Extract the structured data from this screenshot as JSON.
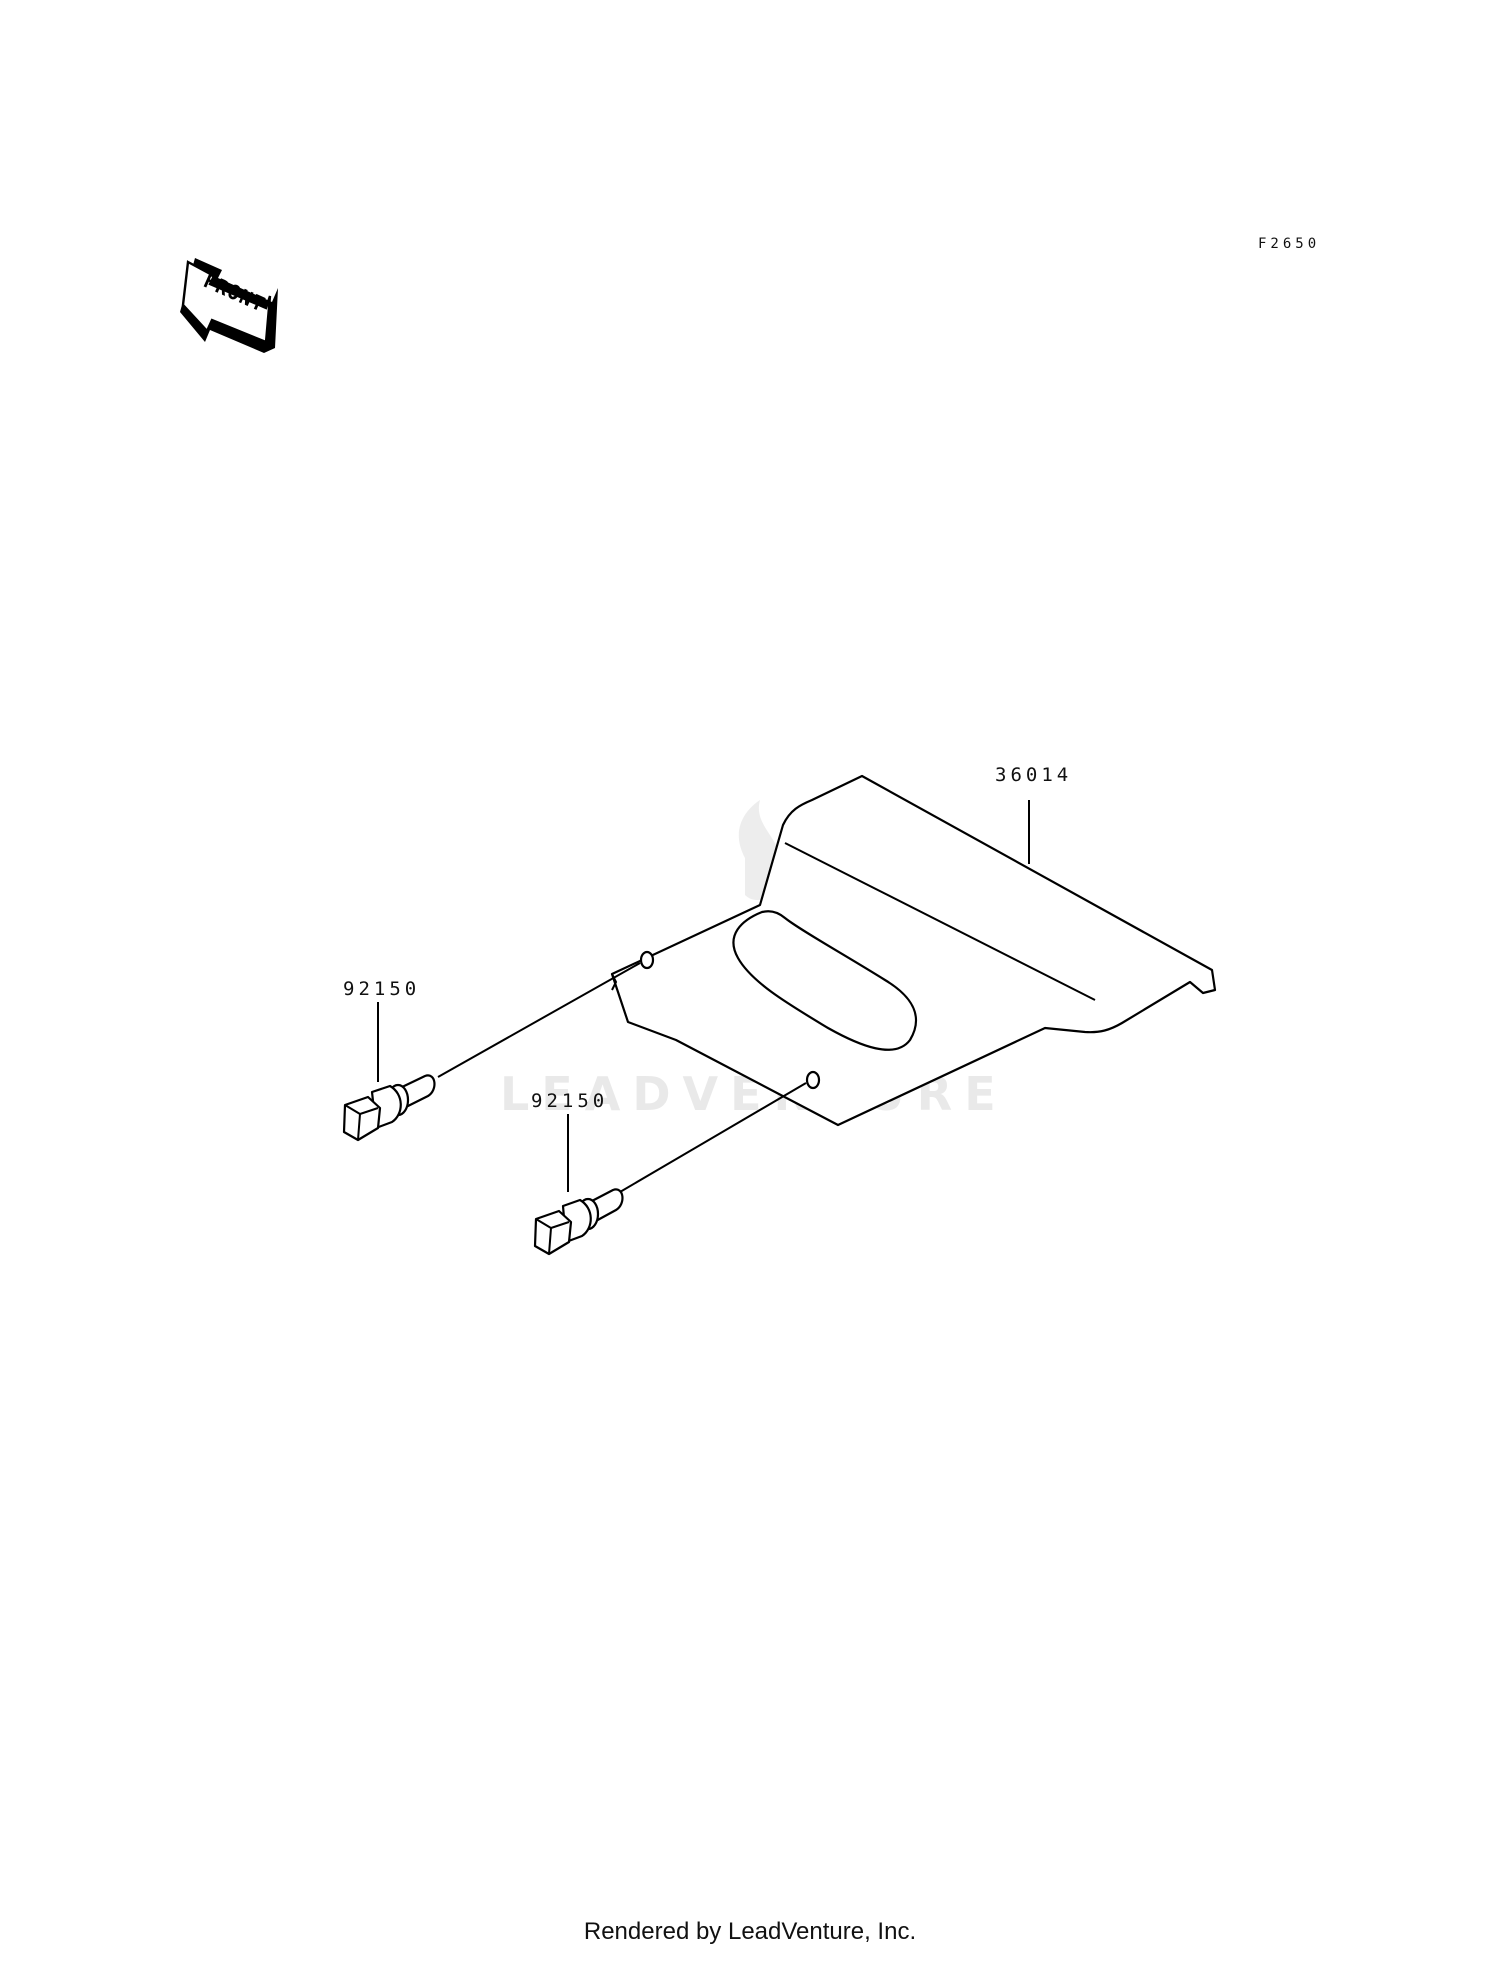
{
  "figure_code": "F2650",
  "front_arrow_label": "FRONT",
  "watermark": "LEADVENTURE",
  "callouts": {
    "plate": "36014",
    "bolt_upper": "92150",
    "bolt_lower": "92150"
  },
  "footer": "Rendered by LeadVenture, Inc."
}
